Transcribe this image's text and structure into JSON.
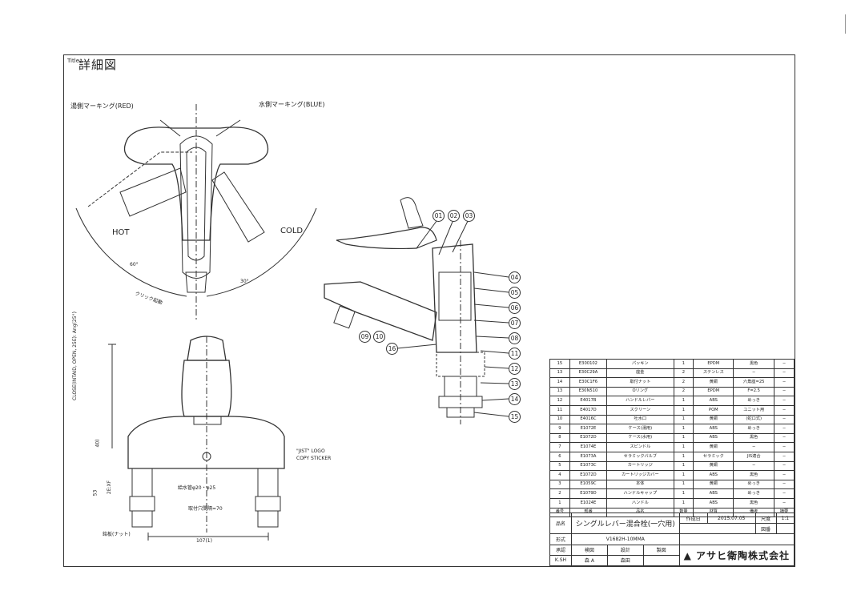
{
  "drawing": {
    "title_label": "Title:",
    "title": "詳細図"
  },
  "labels": {
    "hot_marking": "湯側マーキング(RED)",
    "cold_marking": "水側マーキング(BLUE)",
    "hot": "HOT",
    "cold": "COLD",
    "angle_hot": "60°",
    "angle_cold": "30°",
    "rotation_angle": "クリック起動",
    "vertical_dim": "CLOSE(INTAID, OPEN, 25E): Ang(25°)",
    "dim_40": "40)",
    "dim_53": "53",
    "dim_m": "2E:XF",
    "sticker1": "\"JIST\" LOGO",
    "sticker2": "COPY STICKER",
    "pipe_note": "給水管φ20・φ25",
    "pitch_note": "取付穴間隔=70",
    "nut_note": "銘板(ナット)",
    "width_dim": "107(1)"
  },
  "callouts": [
    "01",
    "02",
    "03",
    "04",
    "05",
    "06",
    "07",
    "08",
    "09",
    "10",
    "11",
    "12",
    "13",
    "14",
    "15",
    "16"
  ],
  "parts_table": {
    "rows": [
      {
        "no": "15",
        "code": "E300102",
        "name": "パッキン",
        "qty": "1",
        "mat": "EPDM",
        "spec": "黒色",
        "note": "−"
      },
      {
        "no": "13",
        "code": "E30C29A",
        "name": "座金",
        "qty": "2",
        "mat": "ステンレス",
        "spec": "−",
        "note": "−"
      },
      {
        "no": "14",
        "code": "E30C1F6",
        "name": "取付ナット",
        "qty": "2",
        "mat": "黄銅",
        "spec": "六角座=25",
        "note": "−"
      },
      {
        "no": "13",
        "code": "E30N510",
        "name": "Oリング",
        "qty": "2",
        "mat": "EPDM",
        "spec": "F=2.5",
        "note": "−"
      },
      {
        "no": "12",
        "code": "E4017B",
        "name": "ハンドルレバー",
        "qty": "1",
        "mat": "ABS",
        "spec": "めっき",
        "note": "−"
      },
      {
        "no": "11",
        "code": "E4017D",
        "name": "スクリーン",
        "qty": "1",
        "mat": "POM",
        "spec": "ユニット用",
        "note": "−"
      },
      {
        "no": "10",
        "code": "E4016C",
        "name": "吐水口",
        "qty": "1",
        "mat": "黄銅",
        "spec": "(蛇口式)",
        "note": "−"
      },
      {
        "no": "9",
        "code": "E1072E",
        "name": "ケース(湯用)",
        "qty": "1",
        "mat": "ABS",
        "spec": "めっき",
        "note": "−"
      },
      {
        "no": "8",
        "code": "E1072D",
        "name": "ケース(水用)",
        "qty": "1",
        "mat": "ABS",
        "spec": "黒色",
        "note": "−"
      },
      {
        "no": "7",
        "code": "E1074E",
        "name": "スピンドル",
        "qty": "1",
        "mat": "黄銅",
        "spec": "−",
        "note": "−"
      },
      {
        "no": "6",
        "code": "E1073A",
        "name": "セラミックバルブ",
        "qty": "1",
        "mat": "セラミック",
        "spec": "JIS適合",
        "note": "−"
      },
      {
        "no": "5",
        "code": "E1073C",
        "name": "カートリッジ",
        "qty": "1",
        "mat": "黄銅",
        "spec": "−",
        "note": "−"
      },
      {
        "no": "4",
        "code": "E1072D",
        "name": "カートリッジカバー",
        "qty": "1",
        "mat": "ABS",
        "spec": "黒色",
        "note": "−"
      },
      {
        "no": "3",
        "code": "E1059C",
        "name": "本体",
        "qty": "1",
        "mat": "黄銅",
        "spec": "めっき",
        "note": "−"
      },
      {
        "no": "2",
        "code": "E1079D",
        "name": "ハンドルキャップ",
        "qty": "1",
        "mat": "ABS",
        "spec": "めっき",
        "note": "−"
      },
      {
        "no": "1",
        "code": "E1024E",
        "name": "ハンドル",
        "qty": "1",
        "mat": "ABS",
        "spec": "黒色",
        "note": "−"
      }
    ],
    "header": {
      "no": "番号",
      "code": "部番",
      "name": "品名",
      "qty": "数量",
      "mat": "材質",
      "spec": "備考",
      "note": "摘要"
    }
  },
  "title_block": {
    "label_name": "品名",
    "product_name": "シングルレバー混合栓(一穴用)",
    "label_date": "作成日",
    "date": "2015.07.05",
    "label_scale": "尺度",
    "scale": "1:1",
    "label_sheet": "図番",
    "label_model": "形式",
    "model": "V1682H-10MMA",
    "label_approve": "承認",
    "label_check": "検図",
    "label_design": "設計",
    "label_draw": "製図",
    "approver": "K.SH",
    "checker": "森 A",
    "designer": "森田",
    "company": "アサヒ衛陶株式会社"
  }
}
